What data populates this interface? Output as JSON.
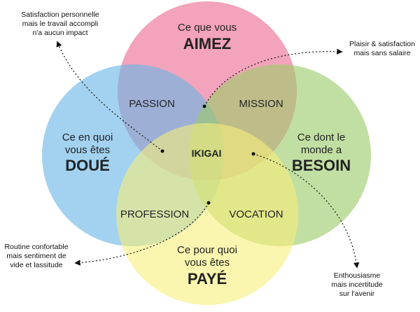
{
  "circles": {
    "love": {
      "small": "Ce que vous",
      "big": "AIMEZ",
      "color": "#ef7fa1"
    },
    "good": {
      "small_1": "Ce en quoi",
      "small_2": "vous êtes",
      "big": "DOUÉ",
      "color": "#69b7e7"
    },
    "need": {
      "small_1": "Ce dont le",
      "small_2": "monde a",
      "big": "BESOIN",
      "color": "#9ccc6a"
    },
    "paid": {
      "small_1": "Ce pour quoi",
      "small_2": "vous êtes",
      "big": "PAYÉ",
      "color": "#f6ef7a"
    }
  },
  "regions": {
    "passion": "PASSION",
    "mission": "MISSION",
    "profession": "PROFESSION",
    "vocation": "VOCATION",
    "ikigai": "IKIGAI"
  },
  "annotations": {
    "top_left": [
      "Satisfaction personnelle",
      "mais le travail accompli",
      "n'a aucun impact"
    ],
    "top_right": [
      "Plaisir & satisfaction",
      "mais sans salaire"
    ],
    "bottom_left": [
      "Routine confortable",
      "mais sentiment de",
      "vide et lassitude"
    ],
    "bottom_right": [
      "Enthousiasme",
      "mais incertitude",
      "sur l'avenir"
    ]
  },
  "colors": {
    "text": "#222222",
    "annotation_text": "#111111",
    "arrow": "#111111"
  }
}
